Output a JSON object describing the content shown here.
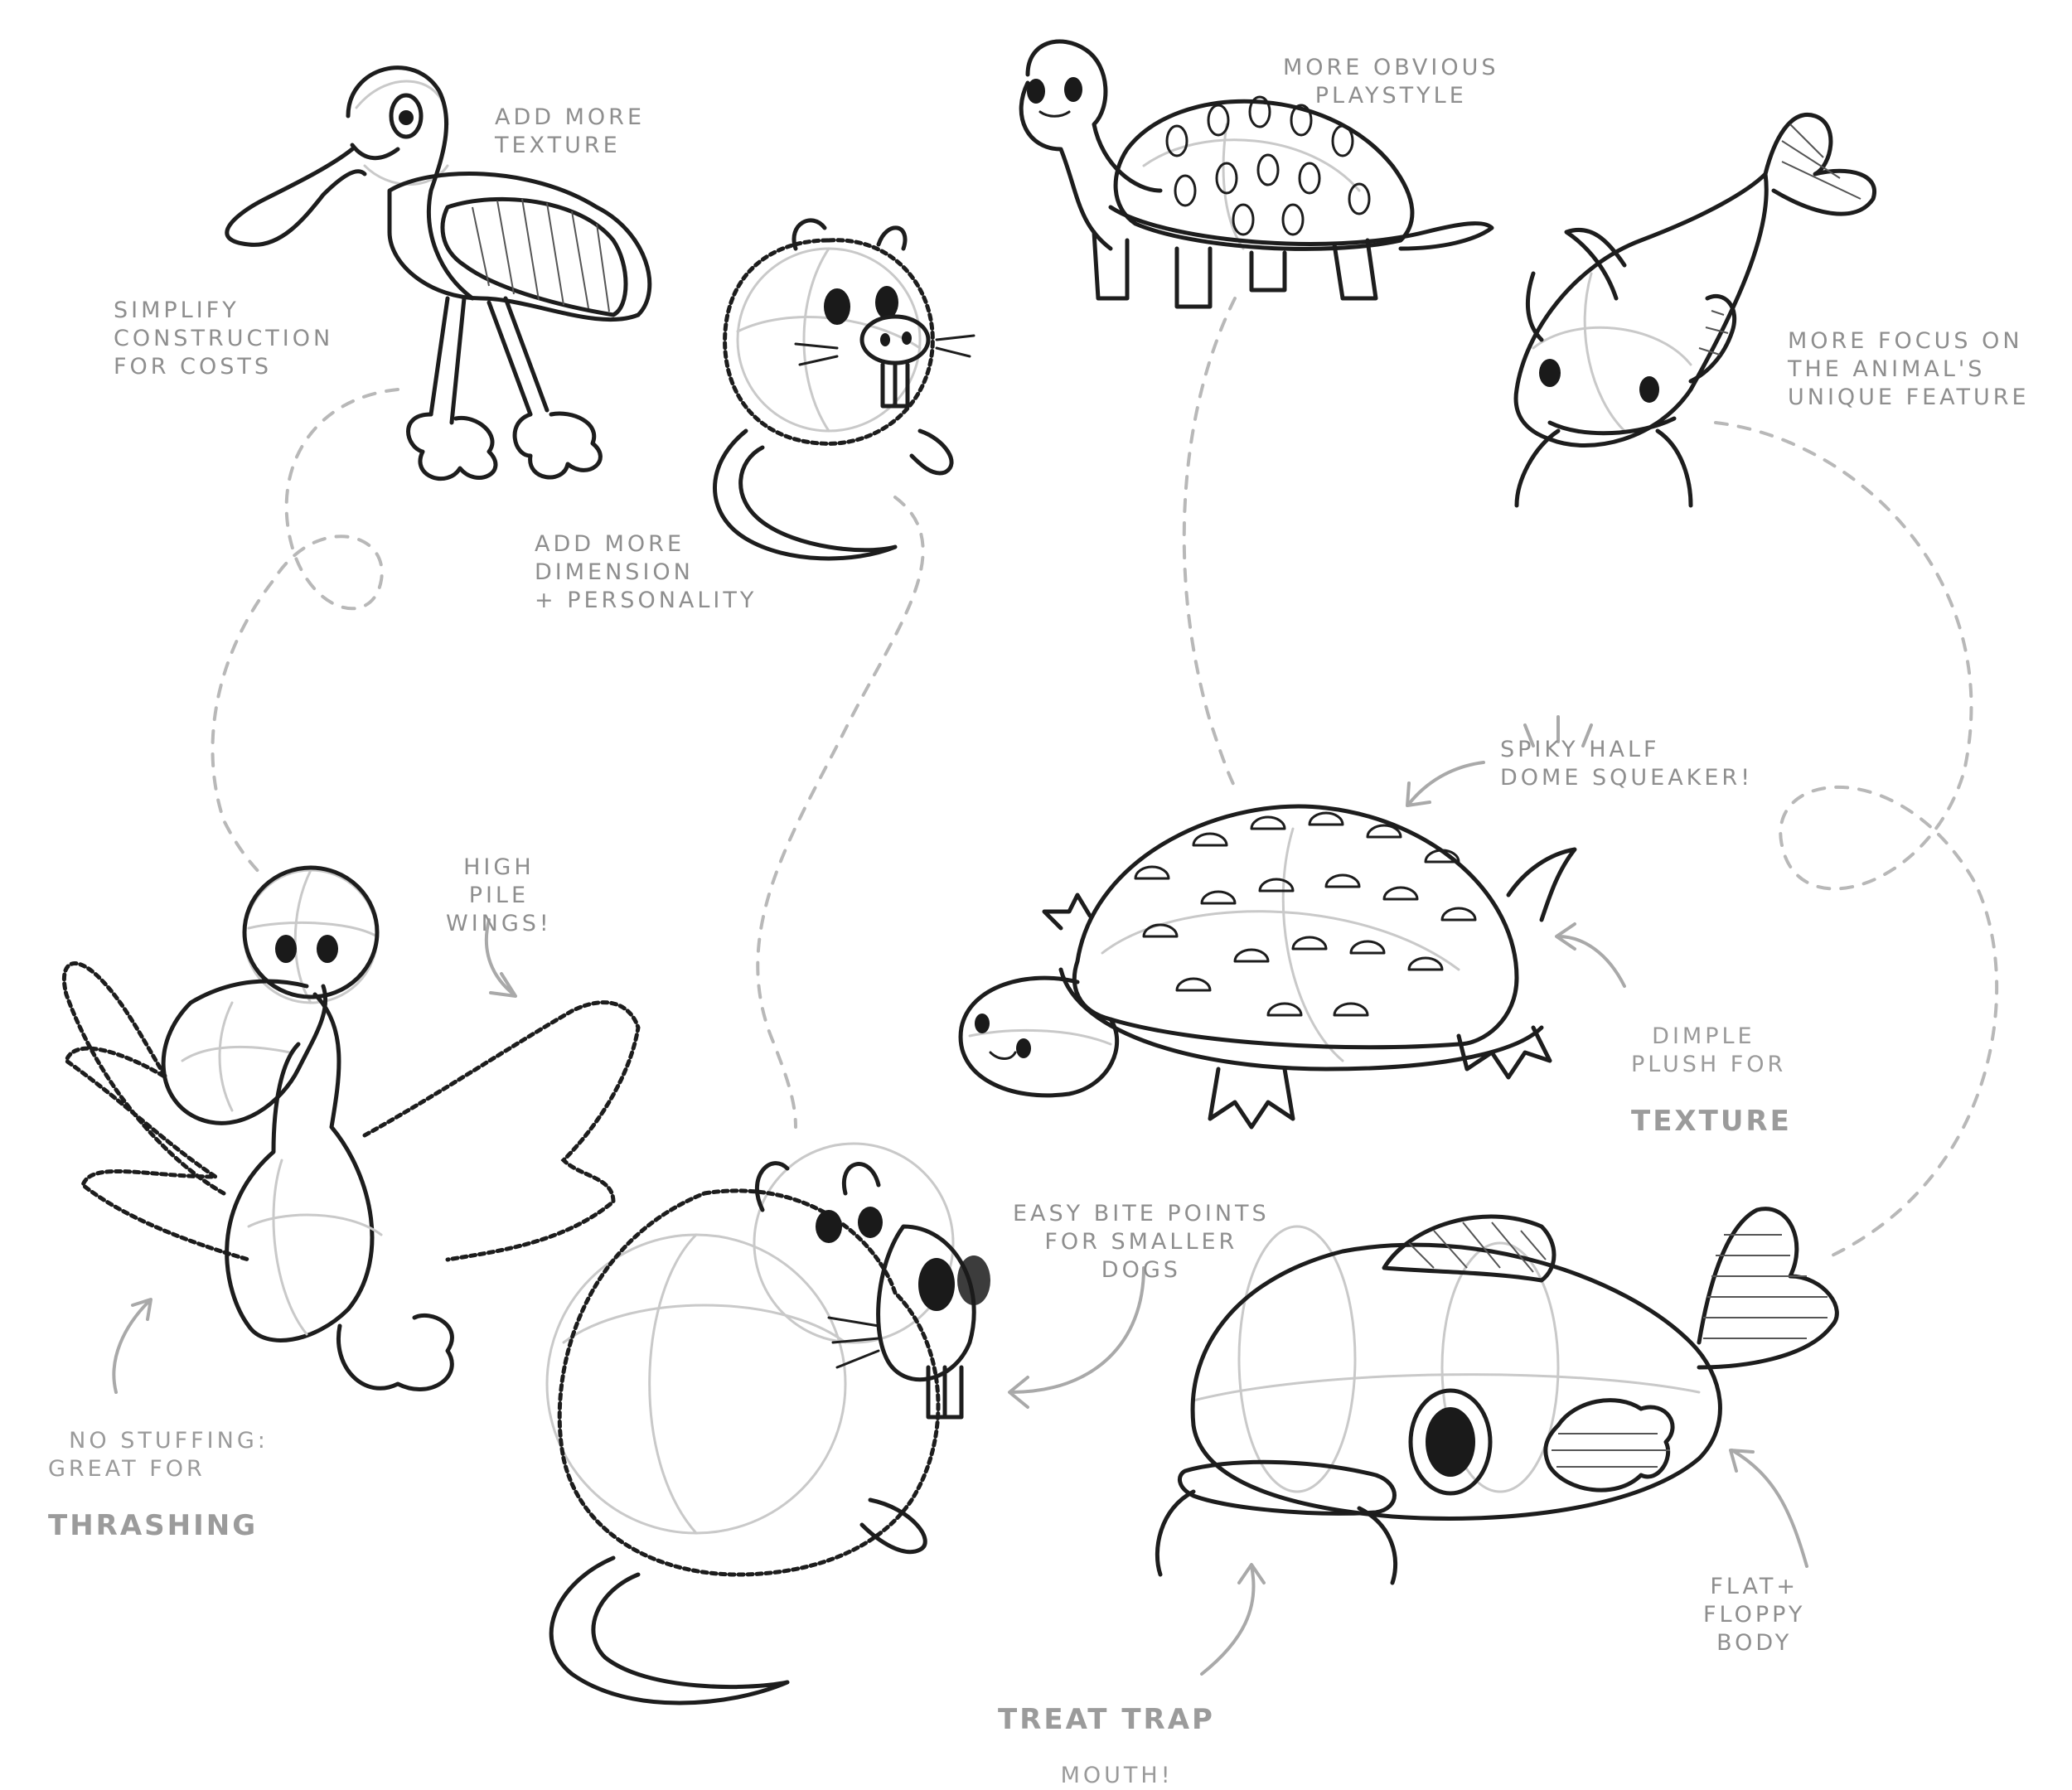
{
  "notes": {
    "add_more_texture": "ADD MORE\nTEXTURE",
    "simplify": "SIMPLIFY\nCONSTRUCTION\nFOR COSTS",
    "more_obvious": "MORE OBVIOUS\nPLAYSTYLE",
    "more_focus": "MORE FOCUS ON\nTHE ANIMAL'S\nUNIQUE FEATURE",
    "add_more_dimension": "ADD MORE\nDIMENSION\n+ PERSONALITY",
    "spiky": "SPIKY HALF\nDOME SQUEAKER!",
    "high_pile": "HIGH\nPILE\nWINGS!",
    "dimple": "DIMPLE\nPLUSH FOR",
    "dimple_bold": "TEXTURE",
    "easy_bite": "EASY BITE POINTS\nFOR SMALLER\nDOGS",
    "no_stuffing": "NO STUFFING:\nGREAT FOR",
    "no_stuffing_bold": "THRASHING",
    "flat_floppy": "FLAT+\nFLOPPY\nBODY",
    "treat_trap_bold": "TREAT TRAP",
    "treat_trap": "MOUTH!"
  }
}
